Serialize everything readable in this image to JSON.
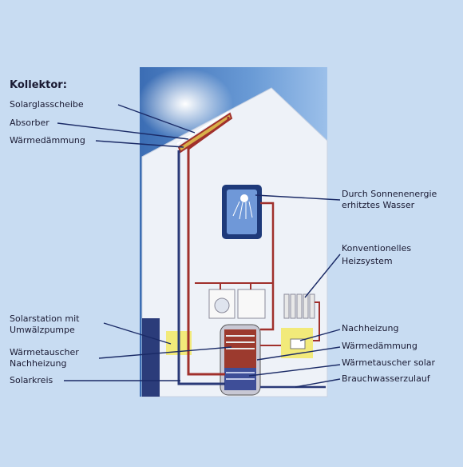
{
  "header": {
    "title": "Kollektor:"
  },
  "left_labels": {
    "solarglasscheibe": "Solarglasscheibe",
    "absorber": "Absorber",
    "waermedaemmung_top": "Wärmedämmung",
    "solarstation_1": "Solarstation mit",
    "solarstation_2": "Umwälzpumpe",
    "waermetauscher_nach_1": "Wärmetauscher",
    "waermetauscher_nach_2": "Nachheizung",
    "solarkreis": "Solarkreis"
  },
  "right_labels": {
    "sonne_1": "Durch Sonnenenergie",
    "sonne_2": "erhitztes Wasser",
    "konv_1": "Konventionelles",
    "konv_2": "Heizsystem",
    "nachheizung": "Nachheizung",
    "waermedaemmung": "Wärmedämmung",
    "waermetauscher_solar": "Wärmetauscher solar",
    "brauchwasser": "Brauchwasserzulauf"
  },
  "colors": {
    "background": "#c8dcf2",
    "sky": "#4a7fc0",
    "house": "#eef2f8",
    "pipe_hot": "#a0302c",
    "pipe_cold": "#2a3a78",
    "tank_hot": "#9c3a2e",
    "tank_cold": "#3e4e98",
    "yellow_box": "#f2ea7a",
    "leader": "#1a2a66"
  }
}
